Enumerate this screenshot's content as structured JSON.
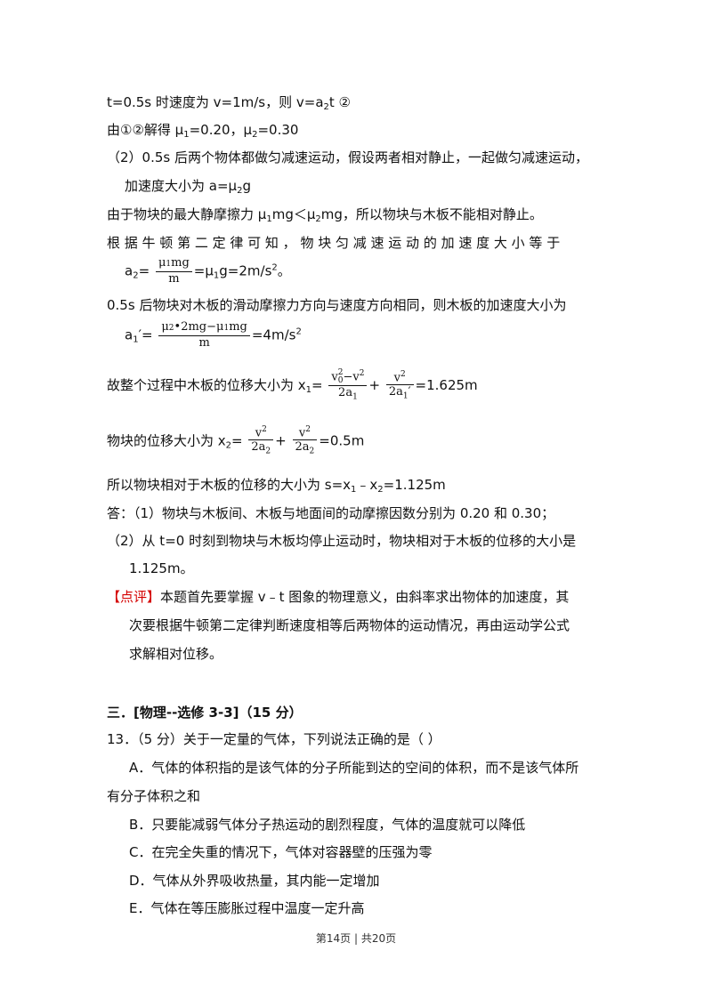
{
  "lines": {
    "l1": "t=0.5s 时速度为 v=1m/s，则  v=a",
    "l1_sub": "2",
    "l1_tail": "t  ②",
    "l2_a": "由①②解得 μ",
    "l2_s1": "1",
    "l2_b": "=0.20，μ",
    "l2_s2": "2",
    "l2_c": "=0.30",
    "l3": "（2）0.5s 后两个物体都做匀减速运动，假设两者相对静止，一起做匀减速运动，",
    "l4_a": "加速度大小为 a=μ",
    "l4_s": "2",
    "l4_b": "g",
    "l5_a": "由于物块的最大静摩擦力 μ",
    "l5_s1": "1",
    "l5_b": "mg＜μ",
    "l5_s2": "2",
    "l5_c": "mg，所以物块与木板不能相对静止。",
    "l6": "根 据 牛 顿 第 二 定 律 可 知 ， 物 块 匀 减 速 运 动 的 加 速 度 大 小 等 于",
    "l7_a": "a",
    "l7_s": "2",
    "l7_b": "=",
    "l7_num": "μ",
    "l7_num_s": "1",
    "l7_num_b": "mg",
    "l7_den": "m",
    "l7_c": "=μ",
    "l7_c_s": "1",
    "l7_d": "g=2m/s",
    "l7_sup": "2",
    "l7_e": "。",
    "l8": "0.5s 后物块对木板的滑动摩擦力方向与速度方向相同，则木板的加速度大小为",
    "l9_a": "a",
    "l9_s": "1",
    "l9_b": "′=",
    "l9_num": "μ",
    "l9_num_s1": "2",
    "l9_num_b": "•2mg−μ",
    "l9_num_s2": "1",
    "l9_num_c": "mg",
    "l9_den": "m",
    "l9_c": "=4m/s",
    "l9_sup": "2",
    "l10_a": "故整个过程中木板的位移大小为 x",
    "l10_s": "1",
    "l10_b": "=",
    "l10_f1_num": "v",
    "l10_f1_num_sup": "2",
    "l10_f1_num_sub": "0",
    "l10_f1_num_b": "−v",
    "l10_f1_num_sup2": "2",
    "l10_f1_den": "2a",
    "l10_f1_den_s": "1",
    "l10_plus": "+",
    "l10_f2_num": "v",
    "l10_f2_num_sup": "2",
    "l10_f2_den": "2a",
    "l10_f2_den_s": "1",
    "l10_f2_den_b": "′",
    "l10_c": "=1.625m",
    "l11_a": "物块的位移大小为 x",
    "l11_s": "2",
    "l11_b": "=",
    "l11_f1_num": "v",
    "l11_f1_num_sup": "2",
    "l11_f1_den": "2a",
    "l11_f1_den_s": "2",
    "l11_plus": "+",
    "l11_f2_num": "v",
    "l11_f2_num_sup": "2",
    "l11_f2_den": "2a",
    "l11_f2_den_s": "2",
    "l11_c": "=0.5m",
    "l12_a": "所以物块相对于木板的位移的大小为 s=x",
    "l12_s1": "1",
    "l12_b": "﹣x",
    "l12_s2": "2",
    "l12_c": "=1.125m",
    "l13": "答：（1）物块与木板间、木板与地面间的动摩擦因数分别为 0.20 和 0.30；",
    "l14": "（2）从 t=0 时刻到物块与木板均停止运动时，物块相对于木板的位移的大小是",
    "l15": "1.125m。",
    "l16_tag": "【点评】",
    "l16": "本题首先要掌握 v﹣t 图象的物理意义，由斜率求出物体的加速度，其",
    "l17": "次要根据牛顿第二定律判断速度相等后两物体的运动情况，再由运动学公式",
    "l18": "求解相对位移。",
    "section": "三．[物理--选修 3-3]（15 分）",
    "q13": "13．（5 分）关于一定量的气体，下列说法正确的是（        ）",
    "optA1": "A．气体的体积指的是该气体的分子所能到达的空间的体积，而不是该气体所",
    "optA2": "有分子体积之和",
    "optB": "B．只要能减弱气体分子热运动的剧烈程度，气体的温度就可以降低",
    "optC": "C．在完全失重的情况下，气体对容器壁的压强为零",
    "optD": "D．气体从外界吸收热量，其内能一定增加",
    "optE": "E．气体在等压膨胀过程中温度一定升高"
  },
  "footer": "第14页  |  共20页",
  "colors": {
    "accent_red": "#d40000"
  }
}
